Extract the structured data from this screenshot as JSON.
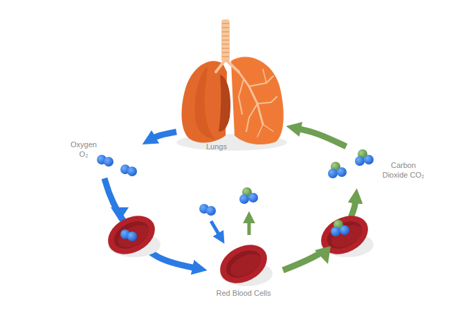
{
  "diagram": {
    "nodes": [
      {
        "text": [
          "Lungs"
        ]
      },
      {
        "text": [
          "Oxygen O₂"
        ]
      },
      {
        "text": [
          "Red Blood Cells"
        ]
      },
      {
        "text": [
          "Carbon Dioxide CO₂"
        ]
      }
    ],
    "edges": [
      {
        "from": 0,
        "to": 1,
        "arrow": "to"
      },
      {
        "from": 1,
        "to": 2,
        "arrow": "to"
      },
      {
        "from": 2,
        "to": 3,
        "arrow": "to"
      },
      {
        "from": 3,
        "to": 0,
        "arrow": "to"
      }
    ]
  }
}
